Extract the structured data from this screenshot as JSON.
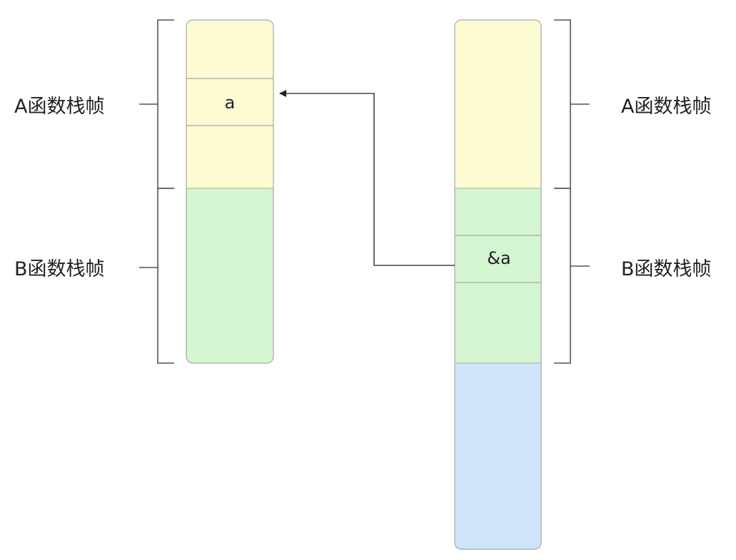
{
  "left_stack": {
    "frame_a_label": "A函数栈帧",
    "frame_b_label": "B函数栈帧",
    "var_cell": "a"
  },
  "right_stack": {
    "frame_a_label": "A函数栈帧",
    "frame_b_label": "B函数栈帧",
    "pointer_cell": "&a"
  },
  "colors": {
    "frame_a_fill": "#fdfbd2",
    "frame_b_fill": "#d4f6d1",
    "extra_frame_fill": "#cfe3fa",
    "border": "#a8a8a8",
    "line": "#444444",
    "text": "#222222"
  }
}
